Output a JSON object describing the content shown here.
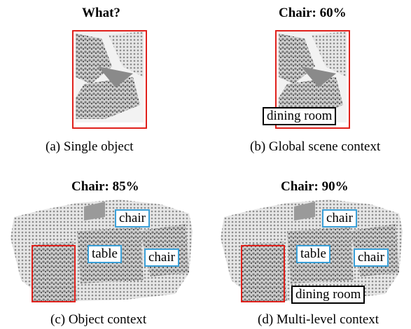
{
  "panels": {
    "a": {
      "title": "What?",
      "caption": "(a) Single object"
    },
    "b": {
      "title": "Chair: 60%",
      "caption": "(b) Global scene context",
      "scene_tag": "dining room"
    },
    "c": {
      "title": "Chair: 85%",
      "caption": "(c) Object context",
      "tags": [
        "chair",
        "table",
        "chair"
      ]
    },
    "d": {
      "title": "Chair: 90%",
      "caption": "(d) Multi-level context",
      "tags": [
        "chair",
        "table",
        "chair"
      ],
      "scene_tag": "dining room"
    }
  },
  "colors": {
    "object_box": "#e0201b",
    "object_tag_border": "#3aa0d8",
    "scene_tag_border": "#000000"
  }
}
